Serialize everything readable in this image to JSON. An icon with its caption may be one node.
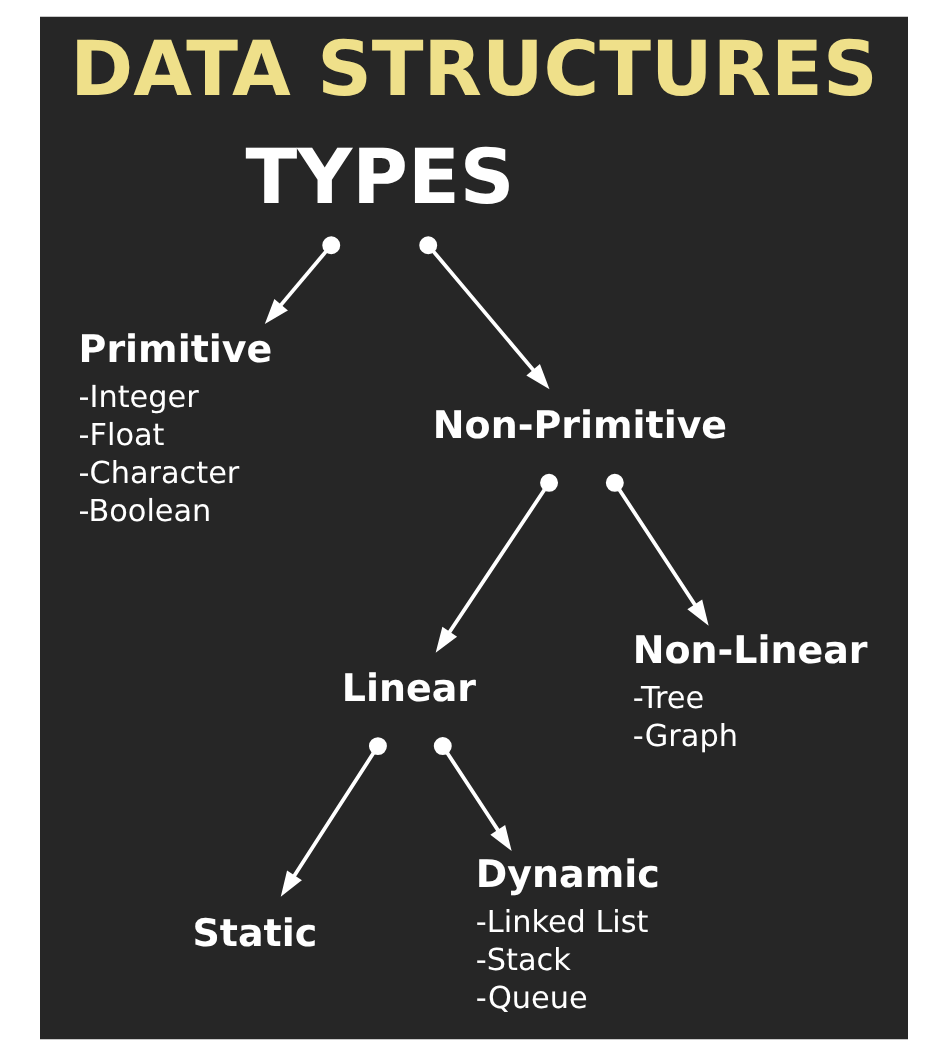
{
  "diagram": {
    "title": "DATA STRUCTURES",
    "nodes": [
      {
        "text": [
          "TYPES"
        ]
      },
      {
        "text": [
          "Primitive",
          "-Integer",
          "-Float",
          "-Character",
          "-Boolean"
        ]
      },
      {
        "text": [
          "Non-Primitive"
        ]
      },
      {
        "text": [
          "Linear"
        ]
      },
      {
        "text": [
          "Non-Linear",
          "-Tree",
          "-Graph"
        ]
      },
      {
        "text": [
          "Static"
        ]
      },
      {
        "text": [
          "Dynamic",
          "-Linked List",
          "-Stack",
          "-Queue"
        ]
      }
    ],
    "edges": [
      {
        "from": 0,
        "to": 1,
        "arrow": "to"
      },
      {
        "from": 0,
        "to": 2,
        "arrow": "to"
      },
      {
        "from": 2,
        "to": 3,
        "arrow": "to"
      },
      {
        "from": 2,
        "to": 4,
        "arrow": "to"
      },
      {
        "from": 3,
        "to": 5,
        "arrow": "to"
      },
      {
        "from": 3,
        "to": 6,
        "arrow": "to"
      }
    ]
  }
}
